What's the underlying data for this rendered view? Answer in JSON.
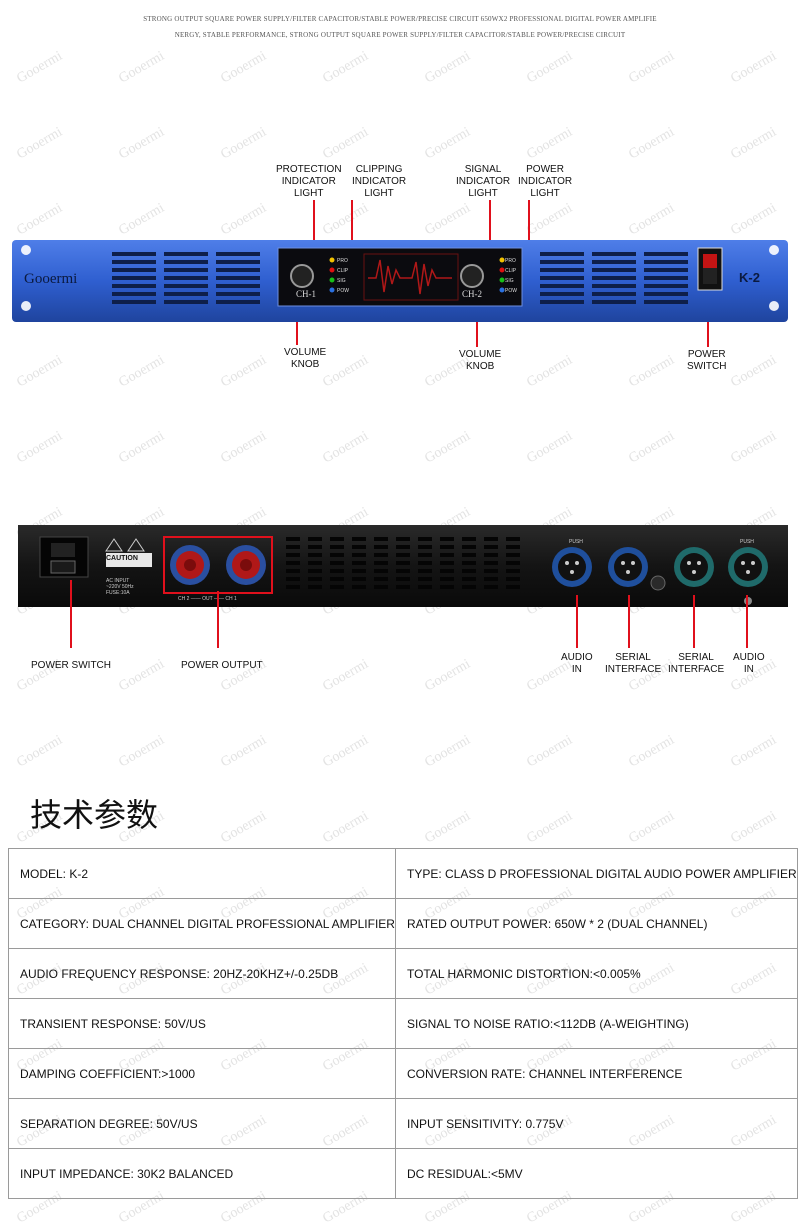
{
  "header": {
    "line1": "STRONG OUTPUT SQUARE POWER SUPPLY/FILTER CAPACITOR/STABLE POWER/PRECISE CIRCUIT 650WX2 PROFESSIONAL DIGITAL POWER AMPLIFIE",
    "line2": "NERGY, STABLE PERFORMANCE, STRONG OUTPUT SQUARE POWER SUPPLY/FILTER CAPACITOR/STABLE POWER/PRECISE CIRCUIT"
  },
  "watermark": "Gooermi",
  "front_panel": {
    "brand": "Gooermi",
    "model_badge": "K-2",
    "ch1_label": "CH-1",
    "ch2_label": "CH-2",
    "led_labels": [
      "PRO",
      "CLIP",
      "SIG",
      "POW"
    ],
    "callouts": {
      "protection": "PROTECTION\nINDICATOR\nLIGHT",
      "clipping": "CLIPPING\nINDICATOR\nLIGHT",
      "signal": "SIGNAL\nINDICATOR\nLIGHT",
      "power_light": "POWER\nINDICATOR\nLIGHT",
      "volume1": "VOLUME\nKNOB",
      "volume2": "VOLUME\nKNOB",
      "power_switch": "POWER\nSWITCH"
    }
  },
  "rear_panel": {
    "caution": "CAUTION",
    "ac_input": "AC INPUT\n~220V 50Hz\nFUSE:10A",
    "out_label": "CH 2 —— OUT —— CH 1",
    "push": "PUSH",
    "callouts": {
      "power_switch": "POWER SWITCH",
      "power_output": "POWER OUTPUT",
      "audio_in_1": "AUDIO\nIN",
      "serial_1": "SERIAL\nINTERFACE",
      "serial_2": "SERIAL\nINTERFACE",
      "audio_in_2": "AUDIO\nIN"
    }
  },
  "specs": {
    "heading": "技术参数",
    "rows": [
      [
        "MODEL: K-2",
        "TYPE: CLASS D PROFESSIONAL DIGITAL AUDIO POWER AMPLIFIER"
      ],
      [
        "CATEGORY: DUAL CHANNEL DIGITAL PROFESSIONAL AMPLIFIER",
        "RATED OUTPUT POWER: 650W * 2 (DUAL CHANNEL)"
      ],
      [
        "AUDIO FREQUENCY RESPONSE: 20HZ-20KHZ+/-0.25DB",
        "TOTAL HARMONIC DISTORTION:<0.005%"
      ],
      [
        "TRANSIENT RESPONSE: 50V/US",
        "SIGNAL TO NOISE RATIO:<112DB (A-WEIGHTING)"
      ],
      [
        "DAMPING COEFFICIENT:>1000",
        "CONVERSION RATE: CHANNEL INTERFERENCE"
      ],
      [
        "SEPARATION DEGREE: 50V/US",
        "INPUT SENSITIVITY: 0.775V"
      ],
      [
        "INPUT IMPEDANCE: 30K2 BALANCED",
        "DC RESIDUAL:<5MV"
      ]
    ]
  },
  "colors": {
    "front_blue": "#2f5fd0",
    "accent_red": "#e0101c",
    "panel_black": "#141414"
  }
}
